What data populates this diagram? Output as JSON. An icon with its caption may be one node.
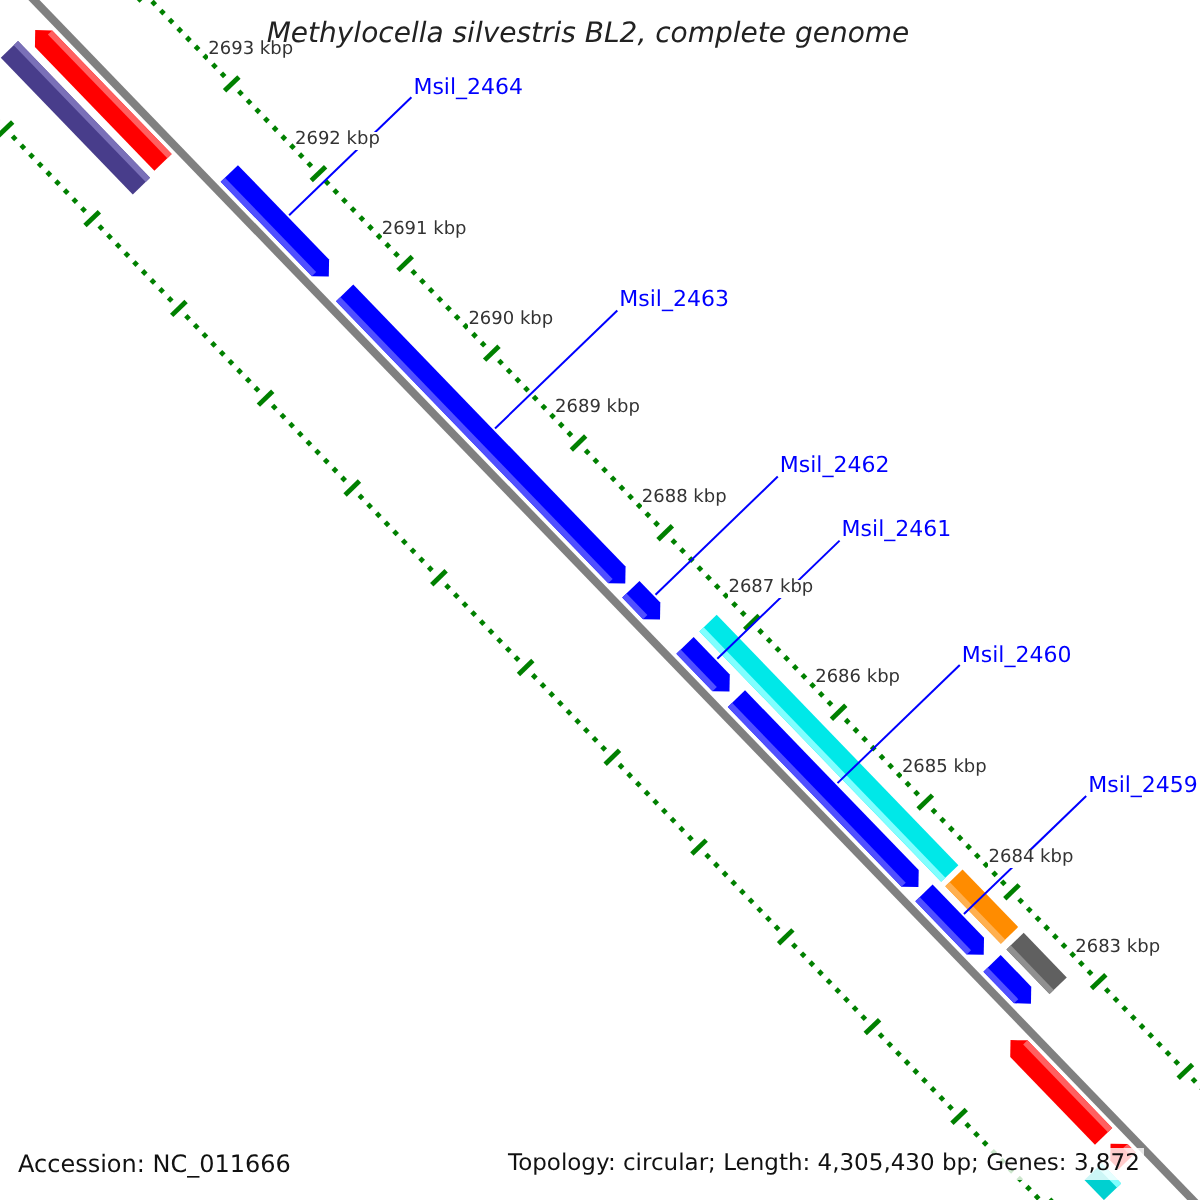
{
  "diagram": {
    "title": "Methylocella silvestris BL2, complete genome",
    "nodes": [
      {
        "text": [
          "Msil_2464"
        ]
      },
      {
        "text": [
          "Msil_2463"
        ]
      },
      {
        "text": [
          "Msil_2462"
        ]
      },
      {
        "text": [
          "Msil_2461"
        ]
      },
      {
        "text": [
          "Msil_2460"
        ]
      },
      {
        "text": [
          "Msil_2459"
        ]
      },
      {
        "text": [],
        "shape": "bar"
      },
      {
        "text": [],
        "shape": "arrow"
      },
      {
        "text": [],
        "shape": "arrow"
      },
      {
        "text": [],
        "shape": "arrow"
      },
      {
        "text": [],
        "shape": "arrow"
      },
      {
        "text": [],
        "shape": "arrow"
      },
      {
        "text": [],
        "shape": "bar"
      },
      {
        "text": [],
        "shape": "arrow"
      },
      {
        "text": [],
        "shape": "arrow"
      },
      {
        "text": [],
        "shape": "bar"
      },
      {
        "text": [],
        "shape": "arrow"
      },
      {
        "text": [],
        "shape": "bar"
      },
      {
        "text": [],
        "shape": "arrow"
      },
      {
        "text": [],
        "shape": "arrow"
      },
      {
        "text": [],
        "shape": "bar"
      }
    ],
    "edges": [
      {
        "from": 0,
        "to": 8,
        "arrow": "none"
      },
      {
        "from": 1,
        "to": 9,
        "arrow": "none"
      },
      {
        "from": 2,
        "to": 10,
        "arrow": "none"
      },
      {
        "from": 3,
        "to": 11,
        "arrow": "none"
      },
      {
        "from": 4,
        "to": 13,
        "arrow": "none"
      },
      {
        "from": 5,
        "to": 14,
        "arrow": "none"
      }
    ],
    "labels": [
      "2693 kbp",
      "2692 kbp",
      "2691 kbp",
      "2690 kbp",
      "2689 kbp",
      "2688 kbp",
      "2687 kbp",
      "2686 kbp",
      "2685 kbp",
      "2684 kbp",
      "2683 kbp",
      "Accession: NC_011666",
      "Topology: circular; Length: 4,305,430 bp; Genes: 3,872"
    ]
  }
}
